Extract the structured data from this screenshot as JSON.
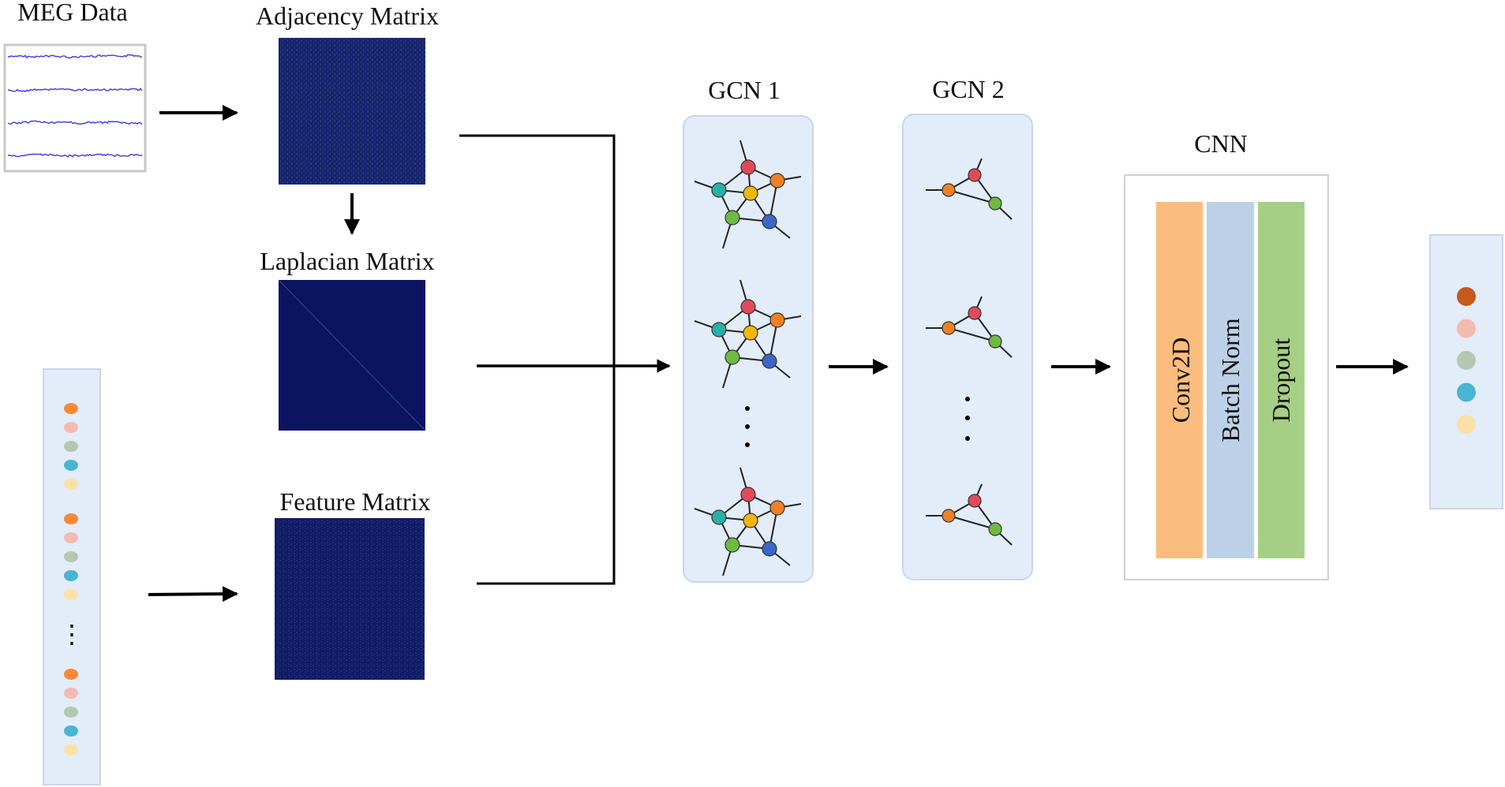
{
  "labels": {
    "meg_data": "MEG Data",
    "adjacency_matrix": "Adjacency Matrix",
    "laplacian_matrix": "Laplacian Matrix",
    "feature_matrix": "Feature Matrix",
    "gcn1": "GCN 1",
    "gcn2": "GCN 2",
    "cnn": "CNN",
    "cnn_layers": [
      "Conv2D",
      "Batch Norm",
      "Dropout"
    ]
  },
  "colors": {
    "panel_fill": "#e3ecf9",
    "panel_stroke": "#c9d6ea",
    "matrix_dark": "#141f6b",
    "laplacian": "#0a1460",
    "meg_signal": "#3a3adf",
    "conv2d": "#fbbd7d",
    "batch_norm": "#bcd0e8",
    "dropout": "#a5cf85",
    "node_red": "#e14a5c",
    "node_orange": "#ef8025",
    "node_yellow": "#f2b705",
    "node_teal": "#2ab0a4",
    "node_green": "#6dbb41",
    "node_blue": "#3a67c8",
    "feature_orange": "#f98a35",
    "feature_pink": "#f4b9b1",
    "feature_sage": "#b4c7b0",
    "feature_cyan": "#49b5d1",
    "feature_cream": "#fbe0a7",
    "output_brown": "#c55a1c",
    "output_pink": "#f4b9b1",
    "output_sage": "#b4c7b0",
    "output_cyan": "#49b5d1",
    "output_cream": "#fbe0a7"
  },
  "feature_vector_dots": [
    "feature_orange",
    "feature_pink",
    "feature_sage",
    "feature_cyan",
    "feature_cream"
  ],
  "output_dots": [
    "output_brown",
    "output_pink",
    "output_sage",
    "output_cyan",
    "output_cream"
  ],
  "ellipsis": "⋮"
}
